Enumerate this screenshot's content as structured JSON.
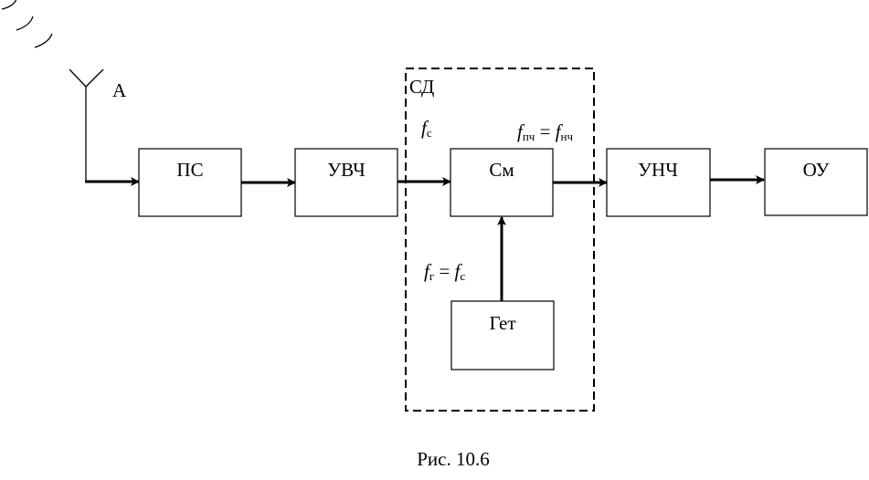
{
  "blocks": {
    "ps": "ПС",
    "uvch": "УВЧ",
    "sm": "См",
    "unch": "УНЧ",
    "ou": "ОУ",
    "get": "Гет"
  },
  "antenna_label": "А",
  "detector_label": "СД",
  "signals": {
    "input": {
      "f": "f",
      "sub": "с"
    },
    "output": {
      "f1": "f",
      "sub1": "пч",
      "eq": " = ",
      "f2": "f",
      "sub2": "нч"
    },
    "heterodyne": {
      "f1": "f",
      "sub1": "г",
      "eq": " = ",
      "f2": "f",
      "sub2": "с"
    }
  },
  "caption": "Рис. 10.6"
}
